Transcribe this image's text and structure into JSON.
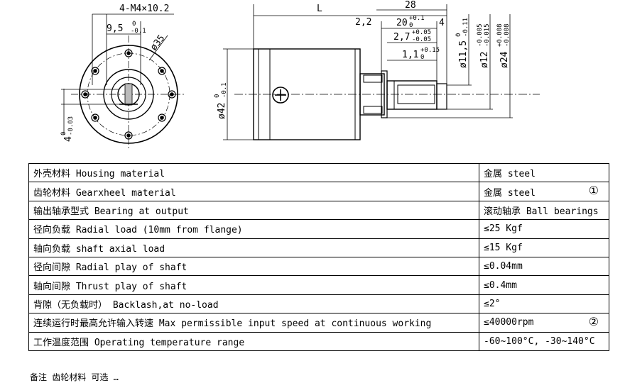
{
  "drawing": {
    "screw_note": "4-M4×10.2",
    "dim_9_5": "9,5",
    "dim_9_5_tol_upper": "0",
    "dim_9_5_tol_lower": "-0.1",
    "dim_phi35": "ø35",
    "dim_4": "4",
    "dim_4_tol_upper": "0",
    "dim_4_tol_lower": "-0.03",
    "dim_L": "L",
    "dim_28": "28",
    "dim_2_2": "2,2",
    "dim_20": "20",
    "dim_20_tol_upper": "+0.1",
    "dim_20_tol_lower": "0",
    "dim_4_right": "4",
    "dim_2_7": "2,7",
    "dim_2_7_tol_upper": "+0.05",
    "dim_2_7_tol_lower": "-0.05",
    "dim_1_1": "1,1",
    "dim_1_1_tol_upper": "+0.15",
    "dim_1_1_tol_lower": "0",
    "dim_phi11_5": "ø11,5",
    "dim_phi11_5_tol_upper": "0",
    "dim_phi11_5_tol_lower": "-0.11",
    "dim_phi12": "ø12",
    "dim_phi12_tol_upper": "-0.005",
    "dim_phi12_tol_lower": "-0.015",
    "dim_phi24": "ø24",
    "dim_phi24_tol_upper": "+0.008",
    "dim_phi24_tol_lower": "-0.008",
    "dim_phi42": "ø42",
    "dim_phi42_tol_upper": "0",
    "dim_phi42_tol_lower": "-0.1"
  },
  "specs": {
    "rows": [
      {
        "name": "外壳材料 Housing material",
        "value": "金属 steel",
        "mark": ""
      },
      {
        "name": "齿轮材料 Gearxheel material",
        "value": "金属 steel",
        "mark": "①"
      },
      {
        "name": "输出轴承型式 Bearing at output",
        "value": "滚动轴承 Ball bearings",
        "mark": ""
      },
      {
        "name": "径向负载 Radial load (10mm from flange)",
        "value": "≤25 Kgf",
        "mark": ""
      },
      {
        "name": "轴向负载 shaft axial load",
        "value": "≤15 Kgf",
        "mark": ""
      },
      {
        "name": "径向间隙 Radial play of shaft",
        "value": "≤0.04mm",
        "mark": ""
      },
      {
        "name": "轴向间隙 Thrust play of shaft",
        "value": "≤0.4mm",
        "mark": ""
      },
      {
        "name": "背隙（无负载时） Backlash,at no-load",
        "value": "≤2°",
        "mark": ""
      },
      {
        "name": "连续运行时最高允许输入转速 Max permissible input speed at continuous working",
        "value": "≤40000rpm",
        "mark": "②"
      },
      {
        "name": "工作温度范围 Operating temperature range",
        "value": "-60~100°C, -30~140°C",
        "mark": ""
      }
    ]
  },
  "footer": {
    "cut_text": "备注 齿轮材料 可选 …"
  }
}
